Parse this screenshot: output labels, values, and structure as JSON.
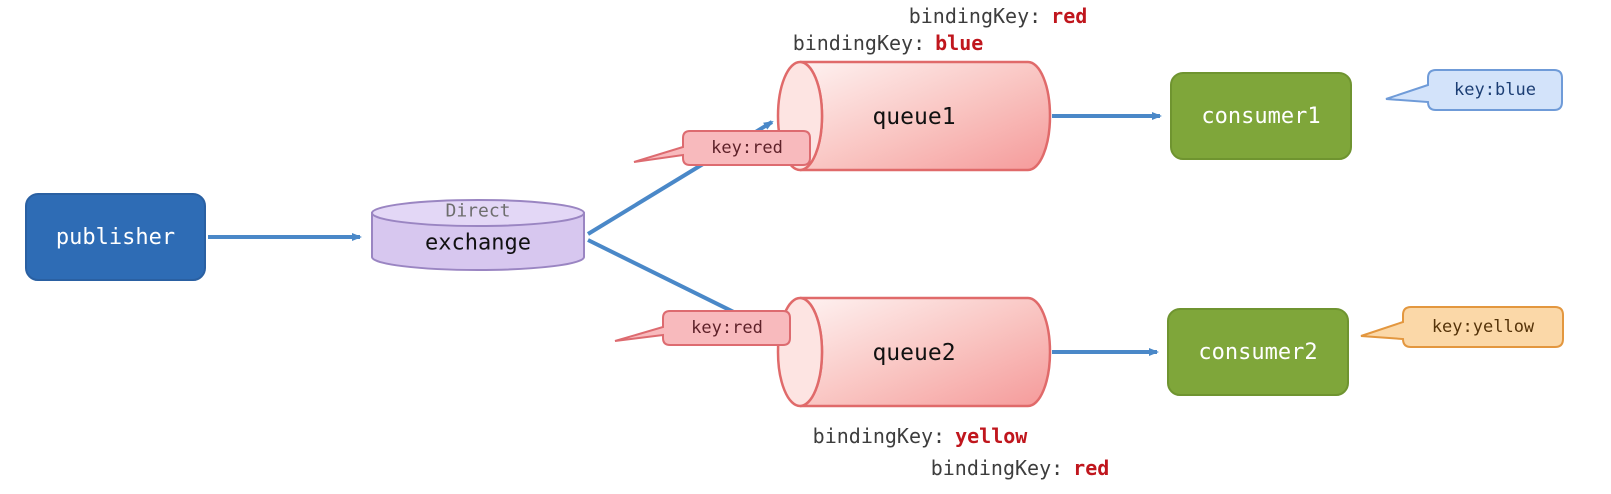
{
  "publisher": {
    "label": "publisher"
  },
  "exchange": {
    "kind": "Direct",
    "label": "exchange"
  },
  "queue1": {
    "label": "queue1"
  },
  "queue2": {
    "label": "queue2"
  },
  "consumer1": {
    "label": "consumer1"
  },
  "consumer2": {
    "label": "consumer2"
  },
  "tags": {
    "to_queue1": "key:red",
    "to_queue2": "key:red"
  },
  "bubbles": {
    "consumer1": "key:blue",
    "consumer2": "key:yellow"
  },
  "bindings": {
    "queue1_line1": {
      "prefix": "bindingKey:",
      "value": "red"
    },
    "queue1_line2": {
      "prefix": "bindingKey:",
      "value": "blue"
    },
    "queue2_line1": {
      "prefix": "bindingKey:",
      "value": "yellow"
    },
    "queue2_line2": {
      "prefix": "bindingKey:",
      "value": "red"
    }
  },
  "colors": {
    "arrow": "#4a88c8",
    "publisher_fill": "#2e6cb5",
    "exchange_fill": "#d7c7ef",
    "queue_fill": "#f6a9a9",
    "consumer_fill": "#7fa63a",
    "binding_value": "#c0161d",
    "tag_fill": "#f8babd",
    "bubble_blue_fill": "#d3e3fa",
    "bubble_yellow_fill": "#fbd8a8"
  }
}
